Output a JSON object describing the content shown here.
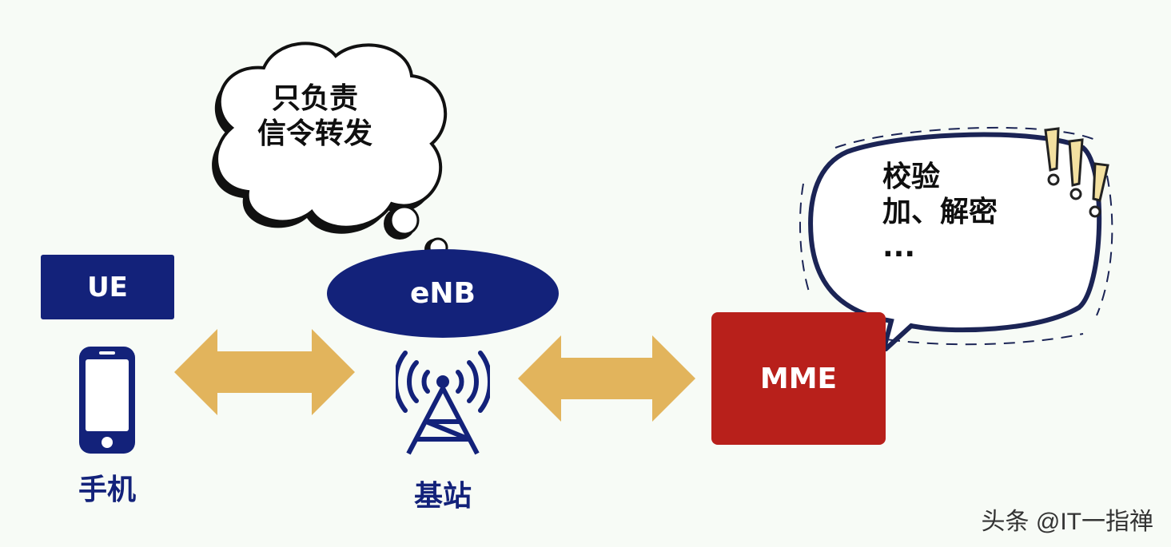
{
  "nodes": {
    "ue": {
      "label": "UE",
      "caption": "手机"
    },
    "enb": {
      "label": "eNB",
      "caption": "基站"
    },
    "mme": {
      "label": "MME"
    }
  },
  "bubbles": {
    "enb_thought": {
      "line1": "只负责",
      "line2": "信令转发"
    },
    "mme_speech": {
      "line1": "校验",
      "line2": "加、解密",
      "line3": "..."
    }
  },
  "watermark": "头条 @IT一指禅",
  "colors": {
    "navy": "#13227a",
    "red": "#b8201b",
    "arrow_gold": "#e2b45c",
    "background": "#f7fbf6"
  },
  "icons": [
    "phone-icon",
    "antenna-tower-icon",
    "double-arrow-icon",
    "exclamation-icon"
  ]
}
